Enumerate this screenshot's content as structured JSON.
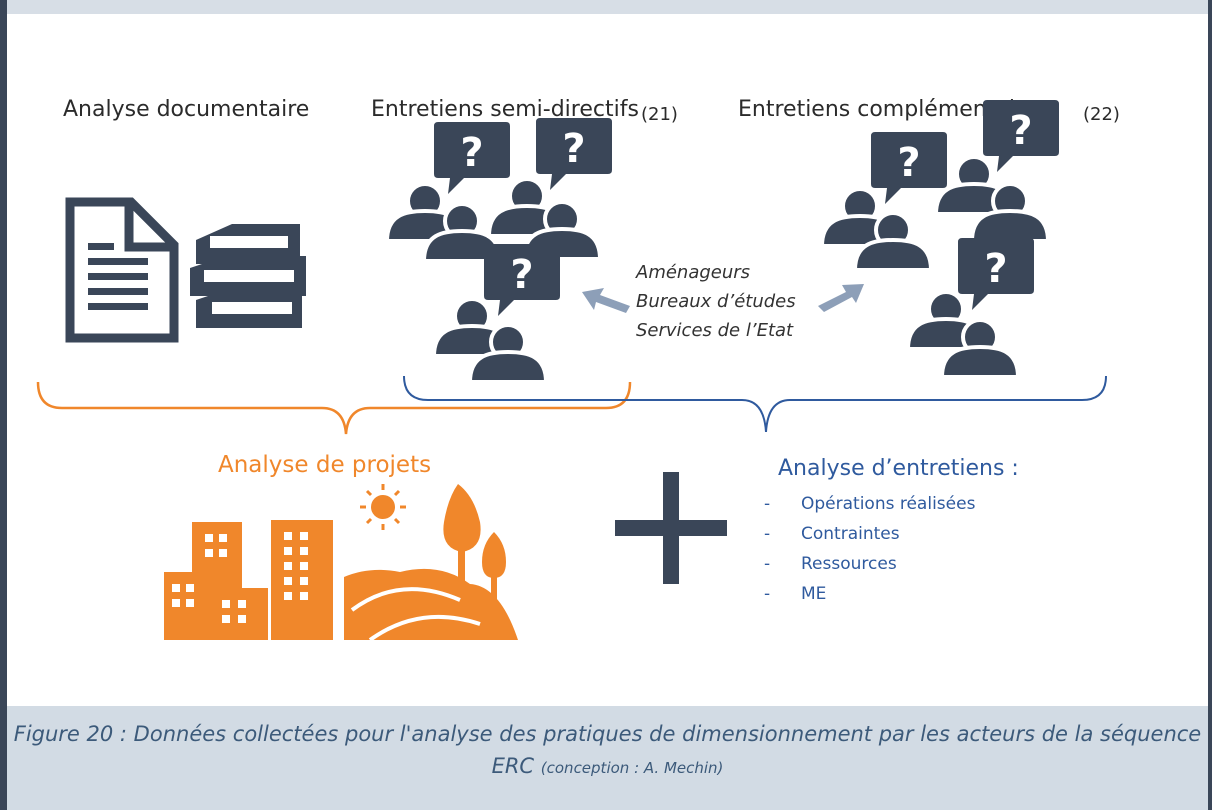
{
  "columns": {
    "doc": {
      "title": "Analyse documentaire"
    },
    "semi": {
      "title": "Entretiens semi-directifs",
      "count": "(21)"
    },
    "comp": {
      "title": "Entretiens complémentaires",
      "count": "(22)"
    }
  },
  "actors": [
    "Aménageurs",
    "Bureaux d’études",
    "Services de l’Etat"
  ],
  "projects": {
    "label": "Analyse de projets"
  },
  "interviews": {
    "label": "Analyse d’entretiens :",
    "items": [
      "Opérations réalisées",
      "Contraintes",
      "Ressources",
      "ME"
    ],
    "bullet": "-"
  },
  "plus_symbol": "+",
  "caption": {
    "main": "Figure 20 : Données collectées pour l'analyse des pratiques de dimensionnement par les acteurs de la séquence ERC",
    "credit": "(conception : A. Mechin)"
  },
  "colors": {
    "navy": "#3a4658",
    "orange": "#f0872b",
    "blue": "#2f5a9e",
    "arrow": "#8d9fb8",
    "caption_bg": "#d2dbe4"
  },
  "icons": {
    "document": "document-icon",
    "books": "books-icon",
    "person": "person-icon",
    "speech": "question-speech-bubble-icon",
    "buildings": "buildings-icon",
    "sun": "sun-icon",
    "trees": "landscape-trees-icon"
  }
}
